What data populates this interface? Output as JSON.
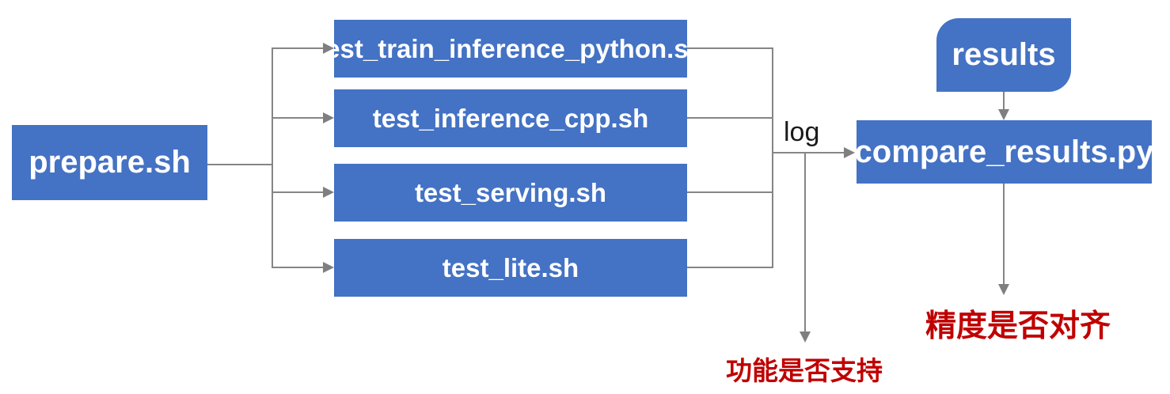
{
  "diagram": {
    "type": "flowchart",
    "colors": {
      "node_fill": "#4472c4",
      "node_text": "#ffffff",
      "connector": "#808080",
      "annotation_red": "#c00000",
      "log_text": "#000000",
      "background": "#ffffff"
    },
    "nodes": {
      "prepare": {
        "label": "prepare.sh",
        "shape": "rectangle"
      },
      "tests": [
        {
          "label": "test_train_inference_python.sh",
          "shape": "rectangle"
        },
        {
          "label": "test_inference_cpp.sh",
          "shape": "rectangle"
        },
        {
          "label": "test_serving.sh",
          "shape": "rectangle"
        },
        {
          "label": "test_lite.sh",
          "shape": "rectangle"
        }
      ],
      "results": {
        "label": "results",
        "shape": "round-diagonal-corner-rectangle"
      },
      "compare": {
        "label": "compare_results.py",
        "shape": "rectangle"
      }
    },
    "annotations": {
      "log_label": "log",
      "function_support": "功能是否支持",
      "accuracy_aligned": "精度是否对齐"
    },
    "edges": [
      {
        "from": "prepare.sh",
        "to": "test_train_inference_python.sh"
      },
      {
        "from": "prepare.sh",
        "to": "test_inference_cpp.sh"
      },
      {
        "from": "prepare.sh",
        "to": "test_serving.sh"
      },
      {
        "from": "prepare.sh",
        "to": "test_lite.sh"
      },
      {
        "from": "tests",
        "to": "compare_results.py",
        "label": "log"
      },
      {
        "from": "tests-log",
        "to": "功能是否支持"
      },
      {
        "from": "results",
        "to": "compare_results.py"
      },
      {
        "from": "compare_results.py",
        "to": "精度是否对齐"
      }
    ]
  }
}
